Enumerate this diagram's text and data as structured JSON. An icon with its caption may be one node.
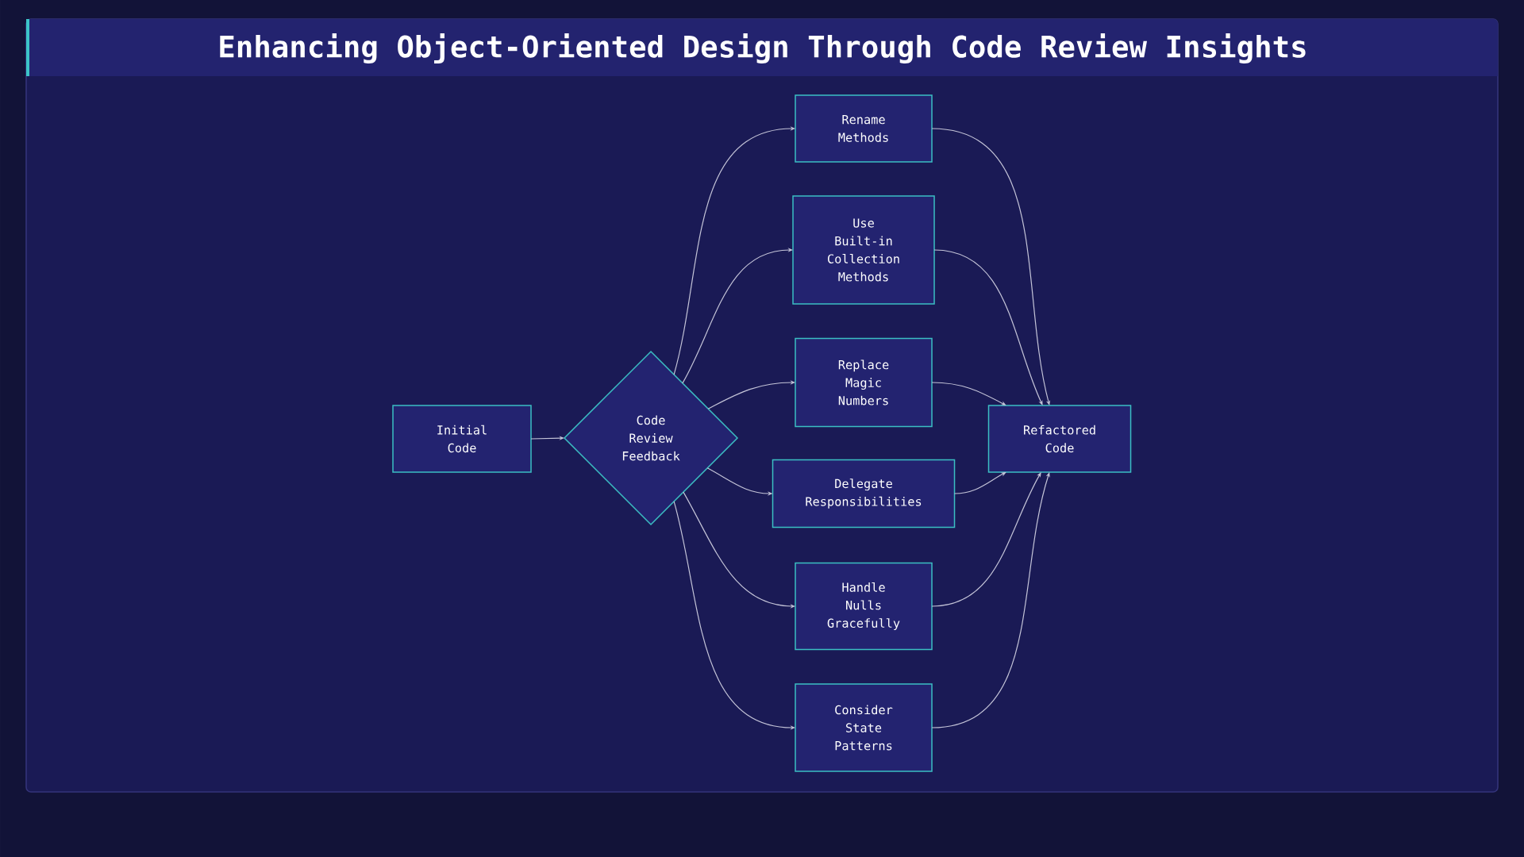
{
  "diagram": {
    "title": "Enhancing Object-Oriented Design Through Code Review Insights",
    "nodes": [
      {
        "text": [
          "Initial Code"
        ]
      },
      {
        "text": [
          "Code Review Feedback"
        ]
      },
      {
        "text": [
          "Rename Methods"
        ]
      },
      {
        "text": [
          "Use Built-in Collection Methods"
        ]
      },
      {
        "text": [
          "Replace Magic Numbers"
        ]
      },
      {
        "text": [
          "Delegate Responsibilities"
        ]
      },
      {
        "text": [
          "Handle Nulls Gracefully"
        ]
      },
      {
        "text": [
          "Consider State Patterns"
        ]
      },
      {
        "text": [
          "Refactored Code"
        ]
      }
    ],
    "edges": [
      {
        "from": 0,
        "to": 1,
        "arrow": "to"
      },
      {
        "from": 1,
        "to": 2,
        "arrow": "to"
      },
      {
        "from": 1,
        "to": 3,
        "arrow": "to"
      },
      {
        "from": 1,
        "to": 4,
        "arrow": "to"
      },
      {
        "from": 1,
        "to": 5,
        "arrow": "to"
      },
      {
        "from": 1,
        "to": 6,
        "arrow": "to"
      },
      {
        "from": 1,
        "to": 7,
        "arrow": "to"
      },
      {
        "from": 2,
        "to": 8,
        "arrow": "to"
      },
      {
        "from": 3,
        "to": 8,
        "arrow": "to"
      },
      {
        "from": 4,
        "to": 8,
        "arrow": "to"
      },
      {
        "from": 5,
        "to": 8,
        "arrow": "to"
      },
      {
        "from": 6,
        "to": 8,
        "arrow": "to"
      },
      {
        "from": 7,
        "to": 8,
        "arrow": "to"
      }
    ]
  }
}
